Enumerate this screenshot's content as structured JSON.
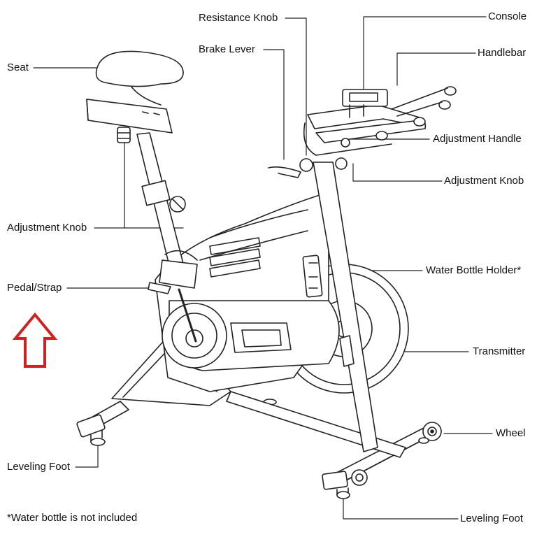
{
  "labels": {
    "seat": "Seat",
    "adjustment_knob_left": "Adjustment Knob",
    "pedal_strap": "Pedal/Strap",
    "leveling_foot_left": "Leveling Foot",
    "resistance_knob": "Resistance Knob",
    "brake_lever": "Brake Lever",
    "console": "Console",
    "handlebar": "Handlebar",
    "adjustment_handle": "Adjustment Handle",
    "adjustment_knob_right": "Adjustment Knob",
    "water_bottle_holder": "Water Bottle Holder*",
    "transmitter": "Transmitter",
    "wheel": "Wheel",
    "leveling_foot_right": "Leveling Foot"
  },
  "footnote": "*Water bottle is not included",
  "colors": {
    "line": "#222222",
    "arrow": "#d21f1f"
  },
  "icons": {
    "arrow": "up-arrow-icon"
  }
}
